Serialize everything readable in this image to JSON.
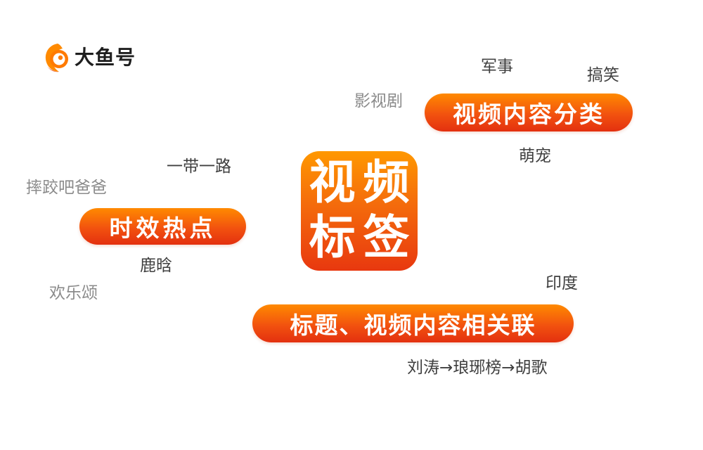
{
  "brand": {
    "name": "大鱼号",
    "accent_color": "#ff7a00",
    "logo_icon": "fish-logo-icon"
  },
  "center": {
    "chars": [
      "视",
      "频",
      "标",
      "签"
    ]
  },
  "pills": {
    "video_category": "视频内容分类",
    "hot_topics": "时效热点",
    "title_relate": "标题、视频内容相关联"
  },
  "keywords": {
    "military": "军事",
    "funny": "搞笑",
    "tv_drama": "影视剧",
    "pets": "萌宠",
    "belt_road": "一带一路",
    "dad_where": "摔跤吧爸爸",
    "luhan": "鹿晗",
    "huanle": "欢乐颂",
    "india": "印度",
    "chain": "刘涛→琅琊榜→胡歌"
  },
  "colors": {
    "pill_top": "#ff8a00",
    "pill_bottom": "#e3300f",
    "keyword_dark": "#3f3f3f",
    "keyword_gray": "#8b8b8b"
  }
}
